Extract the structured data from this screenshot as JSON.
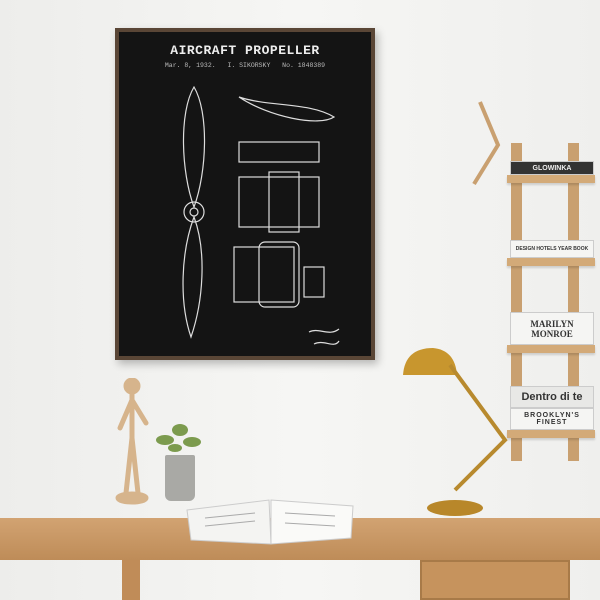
{
  "poster": {
    "title": "AIRCRAFT PROPELLER",
    "date": "Mar. 8, 1932.",
    "inventor": "I. SIKORSKY",
    "patent_no": "No. 1848389"
  },
  "books": {
    "b1": "GLOWINKA",
    "b2": "DESIGN HOTELS YEAR BOOK",
    "b3": "MARILYN MONROE",
    "b4": "Dentro di te",
    "b5": "BROOKLYN'S FINEST"
  },
  "colors": {
    "wall": "#f3f3f1",
    "poster": "#141414",
    "wood": "#c9a070",
    "lamp": "#c8962e"
  }
}
